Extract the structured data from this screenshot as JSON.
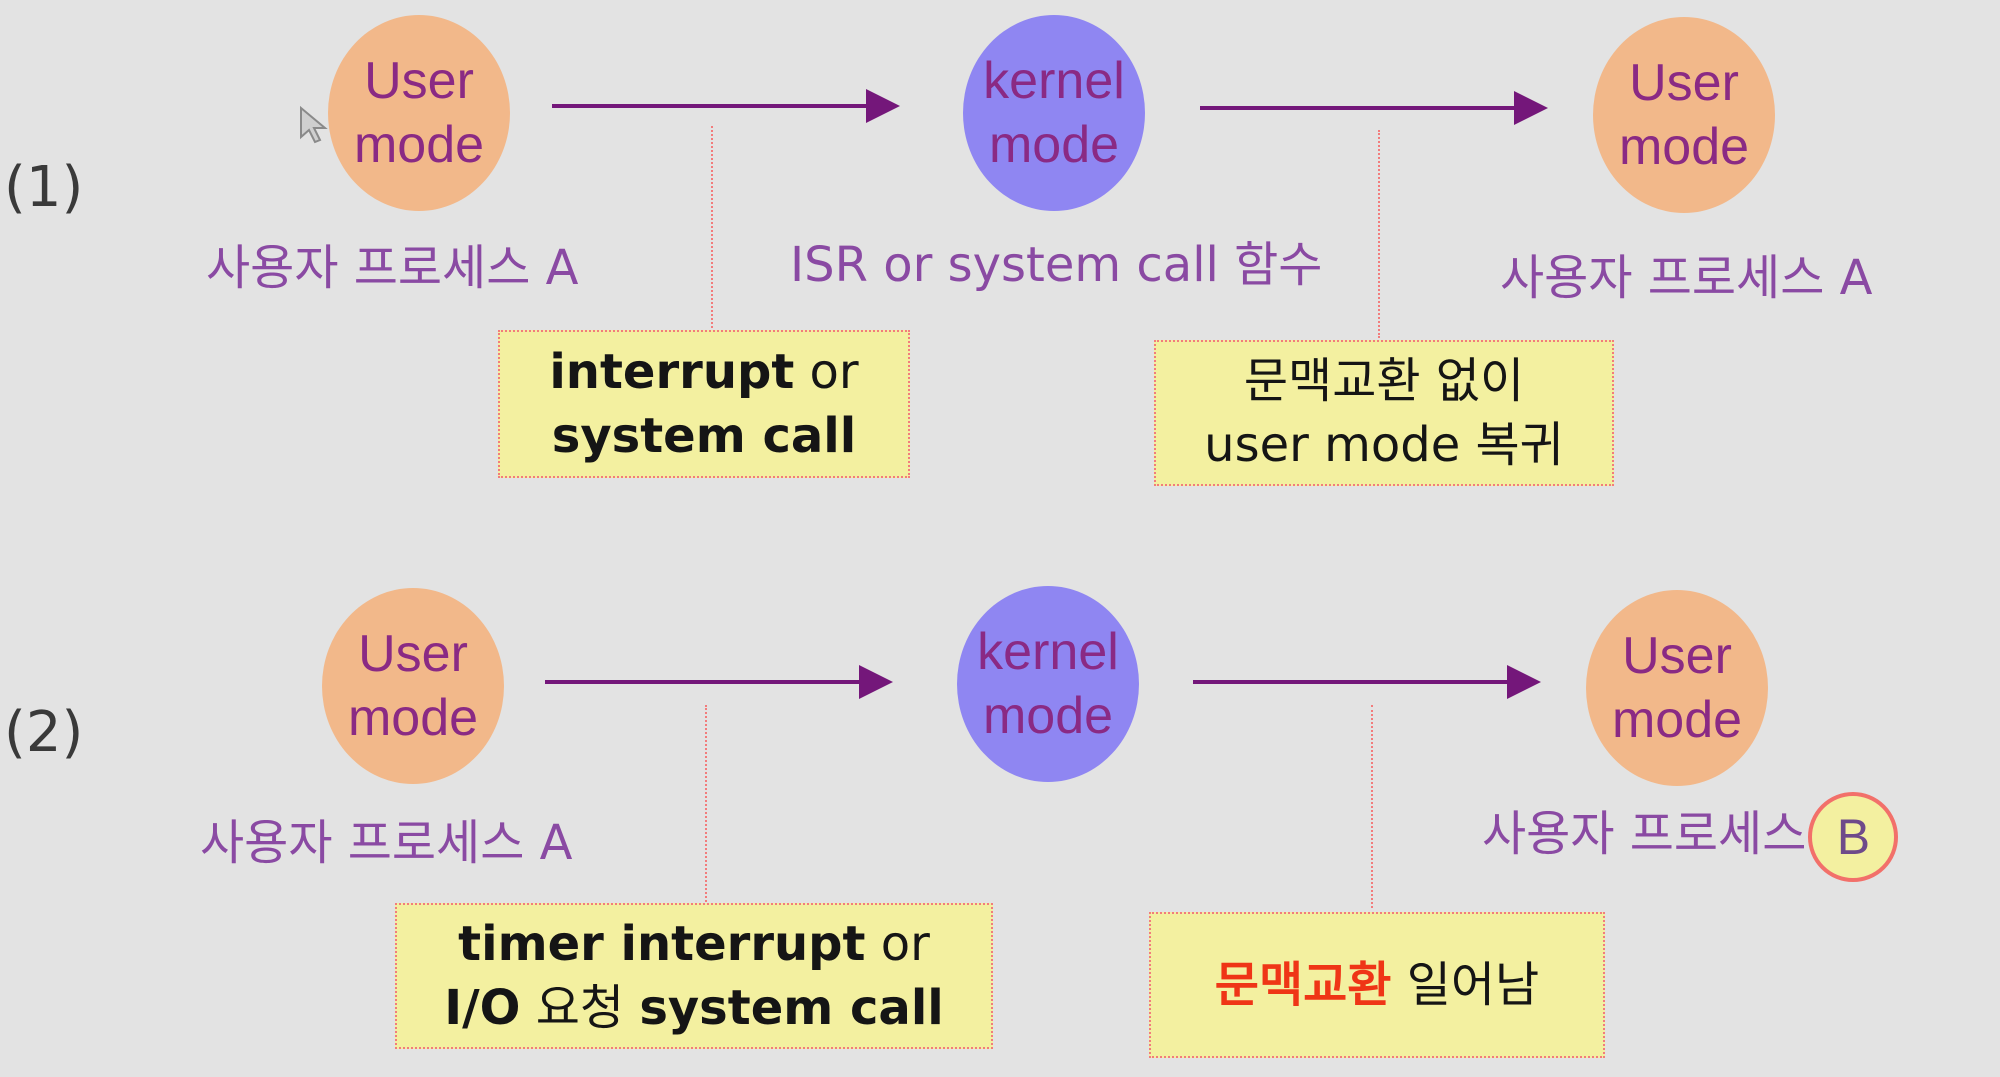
{
  "rows": [
    {
      "label": "(1)",
      "nodes": [
        {
          "line1": "User",
          "line2": "mode",
          "caption": "사용자 프로세스 A"
        },
        {
          "line1": "kernel",
          "line2": "mode",
          "caption": "ISR or system call 함수"
        },
        {
          "line1": "User",
          "line2": "mode",
          "caption": "사용자 프로세스 A"
        }
      ],
      "notes": [
        {
          "line1_bold": "interrupt",
          "line1_rest": " or",
          "line2_bold": "system call"
        },
        {
          "line1": "문맥교환 없이",
          "line2": "user mode 복귀"
        }
      ]
    },
    {
      "label": "(2)",
      "nodes": [
        {
          "line1": "User",
          "line2": "mode",
          "caption": "사용자 프로세스 A"
        },
        {
          "line1": "kernel",
          "line2": "mode"
        },
        {
          "line1": "User",
          "line2": "mode",
          "caption": "사용자 프로세스",
          "caption_circled": "B"
        }
      ],
      "notes": [
        {
          "line1_bold": "timer interrupt",
          "line1_rest": " or",
          "line2_bold_a": "I/O",
          "line2_mid": " 요청 ",
          "line2_bold_b": "system call"
        },
        {
          "highlight": "문맥교환",
          "rest": " 일어남"
        }
      ]
    }
  ],
  "colors": {
    "background": "#e3e3e3",
    "user_mode": "#f2b88a",
    "kernel_mode": "#8f86f2",
    "mode_text": "#8a2a84",
    "arrow": "#74177a",
    "note_bg": "#f3f0a0",
    "note_border": "#f27c7c",
    "highlight": "#ef3516"
  },
  "icons": {
    "cursor": "mouse-cursor-icon"
  }
}
